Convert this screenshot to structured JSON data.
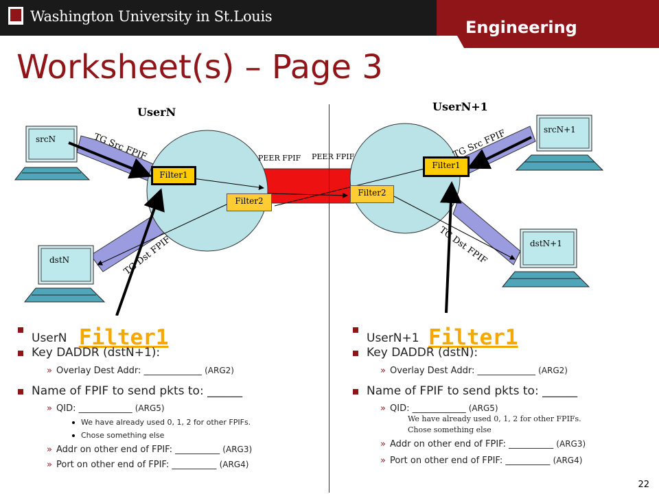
{
  "header": {
    "logo_text": "Washington University in St.Louis",
    "tab_label": "Engineering",
    "colors": {
      "bar": "#1a1a1a",
      "brand": "#8f1519"
    }
  },
  "title": "Worksheet(s) – Page 3",
  "diagram": {
    "user_left": "UserN",
    "user_right": "UserN+1",
    "src_left": "srcN",
    "dst_left": "dstN",
    "src_right": "srcN+1",
    "dst_right": "dstN+1",
    "tg_src_left": "TG Src FPIF",
    "tg_dst_left": "TG Dst FPIF",
    "tg_src_right": "TG Src FPIF",
    "tg_dst_right": "TG Dst FPIF",
    "peer_left": "PEER FPIF",
    "peer_right": "PEER FPIF",
    "filter1_left": "Filter1",
    "filter2_left": "Filter2",
    "filter1_right": "Filter1",
    "filter2_right": "Filter2"
  },
  "left": {
    "line1_prefix": "UserN",
    "line1_filter": "Filter1",
    "key": "Key DADDR (dstN+1):",
    "overlay": "Overlay Dest Addr: _____________",
    "overlay_arg": "(ARG2)",
    "fpif": "Name of FPIF to send pkts to: ______",
    "qid": "QID: ____________",
    "qid_arg": "(ARG5)",
    "note1": "We have already used 0, 1, 2 for other FPIFs.",
    "note2": "Chose something else",
    "addr": "Addr on other end of FPIF: __________",
    "addr_arg": "(ARG3)",
    "port": "Port on other end of FPIF: __________",
    "port_arg": "(ARG4)"
  },
  "right": {
    "line1_prefix": "UserN+1",
    "line1_filter": "Filter1",
    "key": "Key DADDR (dstN):",
    "overlay": "Overlay Dest Addr: _____________",
    "overlay_arg": "(ARG2)",
    "fpif": "Name of FPIF to send pkts to: ______",
    "qid": "QID: ____________",
    "qid_arg": "(ARG5)",
    "note1": "We have already used 0, 1, 2 for other FPIFs.",
    "note2": "Chose something else",
    "addr": "Addr on other end of FPIF: __________",
    "addr_arg": "(ARG3)",
    "port": "Port on other end of FPIF: __________",
    "port_arg": "(ARG4)"
  },
  "slide_number": "22"
}
